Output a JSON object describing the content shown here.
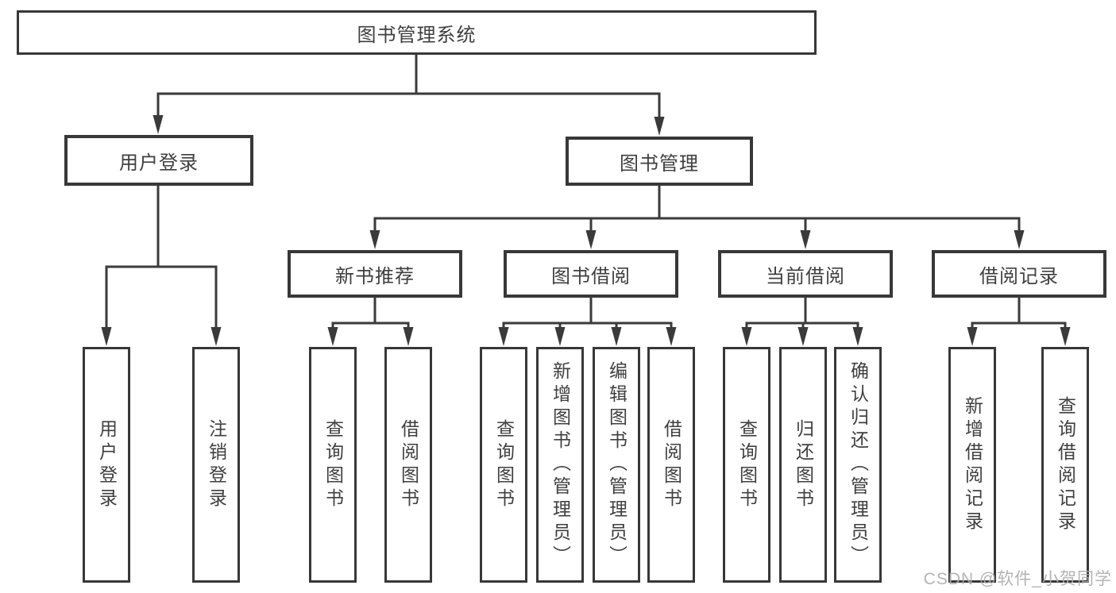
{
  "tree": {
    "root": {
      "label": "图书管理系统",
      "children": [
        {
          "label": "用户登录",
          "children": [
            {
              "label": "用户登录"
            },
            {
              "label": "注销登录"
            }
          ]
        },
        {
          "label": "图书管理",
          "children": [
            {
              "label": "新书推荐",
              "children": [
                {
                  "label": "查询图书"
                },
                {
                  "label": "借阅图书"
                }
              ]
            },
            {
              "label": "图书借阅",
              "children": [
                {
                  "label": "查询图书"
                },
                {
                  "label": "新增图书（管理员）"
                },
                {
                  "label": "编辑图书（管理员）"
                },
                {
                  "label": "借阅图书"
                }
              ]
            },
            {
              "label": "当前借阅",
              "children": [
                {
                  "label": "查询图书"
                },
                {
                  "label": "归还图书"
                },
                {
                  "label": "确认归还（管理员）"
                }
              ]
            },
            {
              "label": "借阅记录",
              "children": [
                {
                  "label": "新增借阅记录"
                },
                {
                  "label": "查询借阅记录"
                }
              ]
            }
          ]
        }
      ]
    }
  },
  "watermark": {
    "text": "CSDN @软件_小贺同学"
  },
  "colors": {
    "line": "#3a3a3a",
    "border": "#383838",
    "text": "#3f3f3f",
    "watermark": "#acacac",
    "background": "#ffffff"
  }
}
